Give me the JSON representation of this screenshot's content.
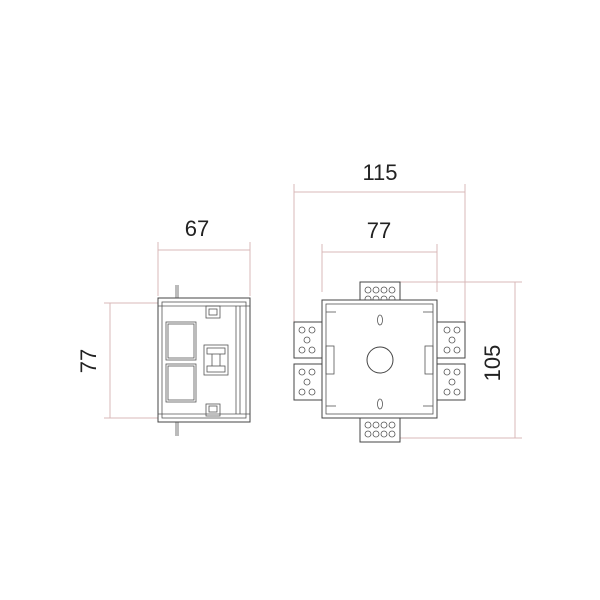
{
  "dimensions": {
    "side_width": "67",
    "side_height": "77",
    "front_overall_width": "115",
    "front_body_width": "77",
    "front_overall_height": "105"
  }
}
